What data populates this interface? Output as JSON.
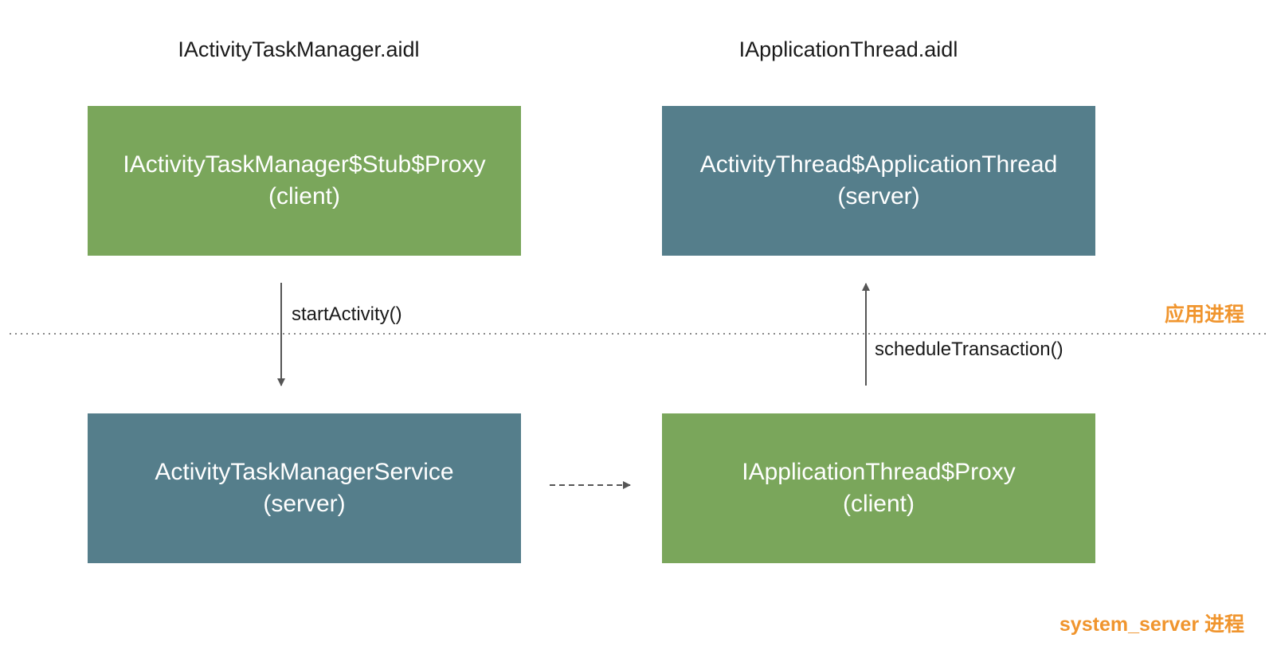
{
  "colors": {
    "client_box": "#7aa65b",
    "server_box": "#557e8b",
    "arrow": "#555555",
    "region_label": "#f0952e",
    "divider": "#888888"
  },
  "columns": {
    "left_title": "IActivityTaskManager.aidl",
    "right_title": "IApplicationThread.aidl"
  },
  "boxes": {
    "top_left": {
      "name": "IActivityTaskManager$Stub$Proxy",
      "role": "(client)"
    },
    "top_right": {
      "name": "ActivityThread$ApplicationThread",
      "role": "(server)"
    },
    "bottom_left": {
      "name": "ActivityTaskManagerService",
      "role": "(server)"
    },
    "bottom_right": {
      "name": "IApplicationThread$Proxy",
      "role": "(client)"
    }
  },
  "edges": {
    "start_activity": "startActivity()",
    "schedule_transaction": "scheduleTransaction()"
  },
  "regions": {
    "app_process": "应用进程",
    "system_server_process": "system_server 进程"
  }
}
